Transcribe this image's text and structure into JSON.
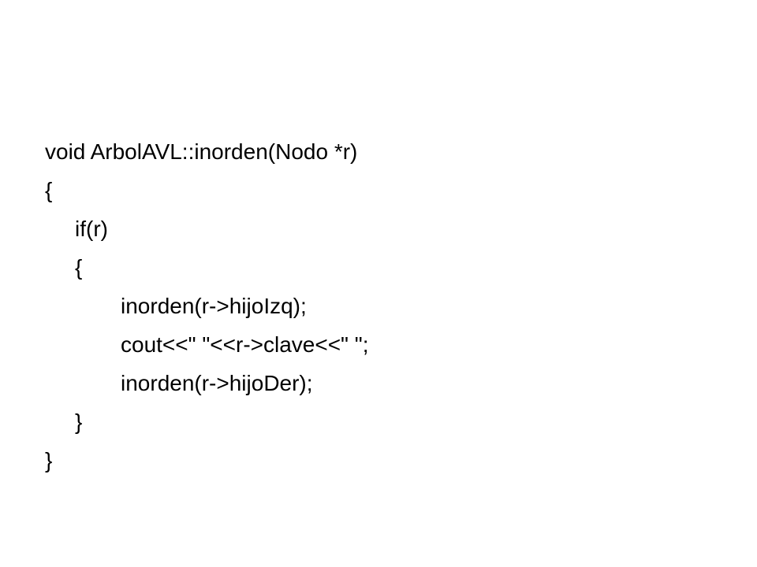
{
  "slide": {
    "code_lines": [
      "void ArbolAVL::inorden(Nodo *r)",
      "{",
      "if(r)",
      "{",
      "inorden(r->hijoIzq);",
      "cout<<\" \"<<r->clave<<\" \";",
      "inorden(r->hijoDer);",
      "}",
      "}"
    ]
  }
}
